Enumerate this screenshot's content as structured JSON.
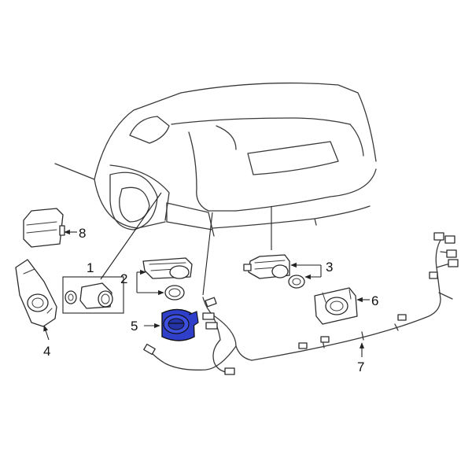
{
  "callouts": [
    {
      "id": "1",
      "label": "1"
    },
    {
      "id": "2",
      "label": "2"
    },
    {
      "id": "3",
      "label": "3"
    },
    {
      "id": "4",
      "label": "4"
    },
    {
      "id": "5",
      "label": "5"
    },
    {
      "id": "6",
      "label": "6"
    },
    {
      "id": "7",
      "label": "7"
    },
    {
      "id": "8",
      "label": "8"
    }
  ],
  "highlight_color": "#2f3fc9"
}
